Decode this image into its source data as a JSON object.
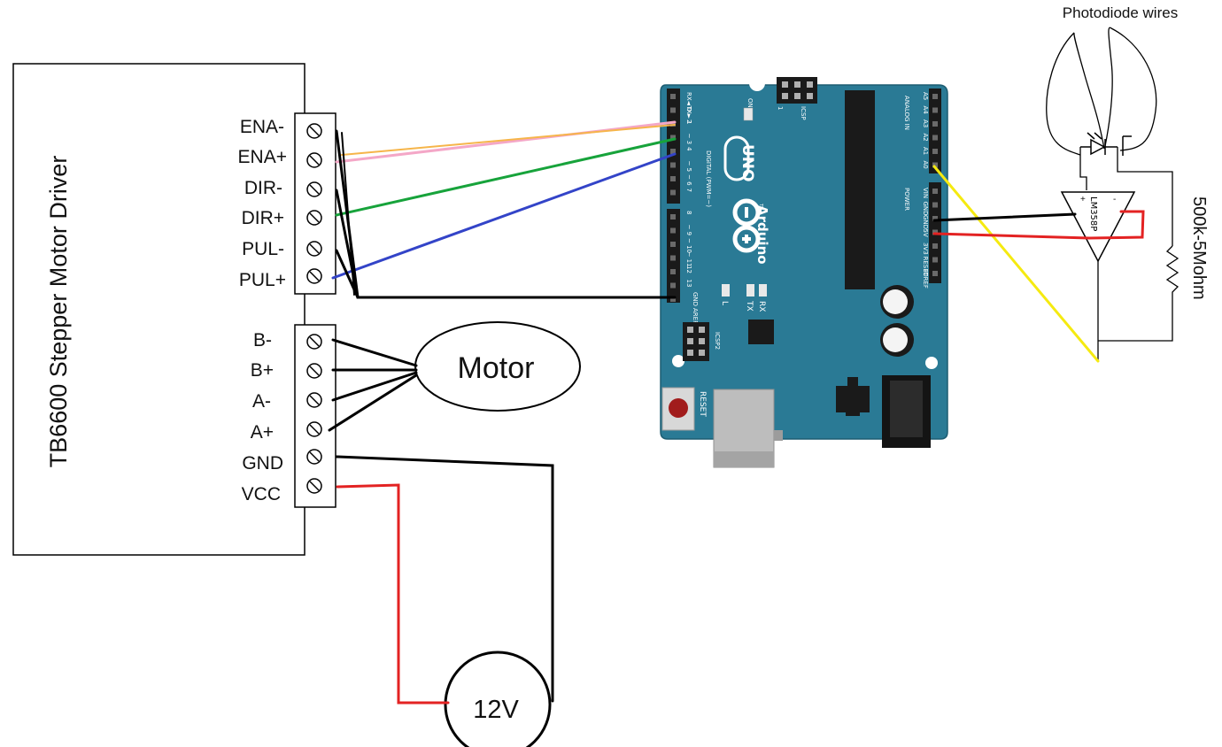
{
  "driver": {
    "title": "TB6600 Stepper Motor Driver",
    "top_pins": [
      "ENA-",
      "ENA+",
      "DIR-",
      "DIR+",
      "PUL-",
      "PUL+"
    ],
    "bottom_pins": [
      "B-",
      "B+",
      "A-",
      "A+",
      "GND",
      "VCC"
    ]
  },
  "motor": {
    "label": "Motor"
  },
  "power_supply": {
    "label": "12V"
  },
  "arduino": {
    "brand": "Arduino",
    "model": "UNO",
    "tm": "TM",
    "on": "ON",
    "icsp": "ICSP",
    "icsp2": "ICSP2",
    "icsp_pin1": "1",
    "reset": "RESET",
    "aref": "AREF",
    "gnd": "GND",
    "led_l": "L",
    "led_tx": "TX",
    "led_rx": "RX",
    "digital_label": "DIGITAL (PWM=~)",
    "digital_pins": [
      "RX◄ 0",
      "TX► 1",
      "2",
      "~ 3",
      "4",
      "~ 5",
      "~ 6",
      "7"
    ],
    "digital_pins_2": [
      "8",
      "~ 9",
      "~ 10",
      "~ 11",
      "12",
      "13"
    ],
    "analog_label": "ANALOG IN",
    "analog_pins": [
      "A5",
      "A4",
      "A3",
      "A2",
      "A1",
      "A0"
    ],
    "power_label": "POWER",
    "power_pins": [
      "VIN",
      "GND",
      "GND",
      "5V",
      "3V3",
      "RESET",
      "IOREF"
    ]
  },
  "sensor": {
    "photodiode_label": "Photodiode wires",
    "opamp_label": "LM358P",
    "opamp_plus": "+",
    "opamp_minus": "-",
    "resistor_label": "500k-5Mohm"
  },
  "colors": {
    "board": "#2a7a95",
    "wire_pink": "#f4a7c7",
    "wire_orange": "#f6b54a",
    "wire_green": "#17a33b",
    "wire_blue": "#3344c8",
    "wire_black": "#000000",
    "wire_red": "#e32222",
    "wire_yellow": "#f5ea10"
  }
}
